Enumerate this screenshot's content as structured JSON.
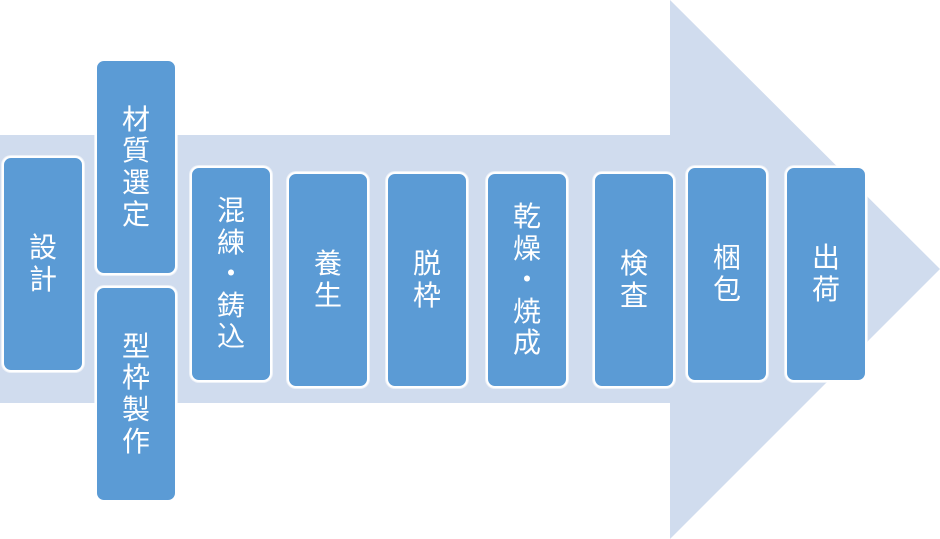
{
  "diagram": {
    "arrow_color": "#d0dcee",
    "box_color": "#5b9bd5",
    "text_color": "#ffffff",
    "steps": [
      {
        "id": "design",
        "label": "設\n計"
      },
      {
        "id": "material",
        "label": "材\n質\n選\n定"
      },
      {
        "id": "mold",
        "label": "型\n枠\n製\n作"
      },
      {
        "id": "mixing",
        "label": "混\n練\n・\n鋳\n込"
      },
      {
        "id": "curing",
        "label": "養\n生"
      },
      {
        "id": "demold",
        "label": "脱\n枠"
      },
      {
        "id": "drying",
        "label": "乾\n燥\n・\n焼\n成"
      },
      {
        "id": "inspect",
        "label": "検\n査"
      },
      {
        "id": "packing",
        "label": "梱\n包"
      },
      {
        "id": "ship",
        "label": "出\n荷"
      }
    ]
  }
}
